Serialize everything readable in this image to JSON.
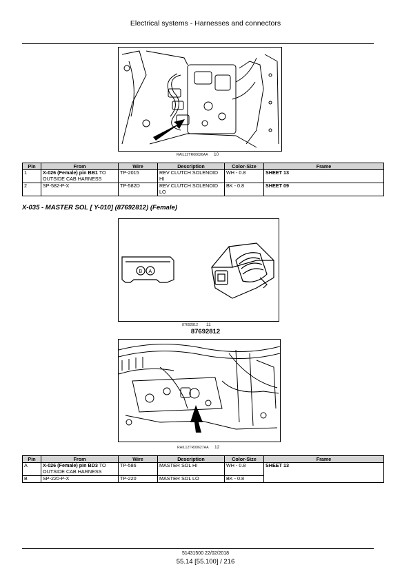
{
  "header": {
    "title": "Electrical systems - Harnesses and connectors"
  },
  "figure10": {
    "caption": "RAIL12TR00626AA",
    "number": "10"
  },
  "table1": {
    "headers": [
      "Pin",
      "From",
      "Wire",
      "Description",
      "Color-Size",
      "Frame"
    ],
    "rows": [
      {
        "pin": "1",
        "from_bold": "X-026 (Female) pin BB1",
        "from_rest": " TO OUTSIDE CAB HARNESS",
        "wire": "TP-2015",
        "description": "REV CLUTCH SOLENOID HI",
        "color_size": "WH - 0.8",
        "frame": "SHEET 13"
      },
      {
        "pin": "2",
        "from_bold": "",
        "from_rest": "SP-582-P-X",
        "wire": "TP-582D",
        "description": "REV CLUTCH SOLENOID LO",
        "color_size": "BK - 0.8",
        "frame": "SHEET 09"
      }
    ]
  },
  "section": {
    "title": "X-035 - MASTER SOL [ Y-010] (87692812) (Female)"
  },
  "figure11": {
    "caption": "87692812",
    "number": "11",
    "part_number": "87692812",
    "pin_b": "B",
    "pin_a": "A"
  },
  "figure12": {
    "caption": "RAIL12TR00627AA",
    "number": "12"
  },
  "table2": {
    "headers": [
      "Pin",
      "From",
      "Wire",
      "Description",
      "Color-Size",
      "Frame"
    ],
    "rows": [
      {
        "pin": "A",
        "from_bold": "X-026 (Female) pin BD3",
        "from_rest": " TO OUTSIDE CAB HARNESS",
        "wire": "TP-586",
        "description": "MASTER SOL HI",
        "color_size": "WH - 0.8",
        "frame": "SHEET 13"
      },
      {
        "pin": "B",
        "from_bold": "",
        "from_rest": "SP-220-P-X",
        "wire": "TP-220",
        "description": "MASTER SOL LO",
        "color_size": "BK - 0.8",
        "frame": ""
      }
    ]
  },
  "footer": {
    "doc": "51431500 22/02/2018",
    "page": "55.14 [55.100] / 216"
  }
}
